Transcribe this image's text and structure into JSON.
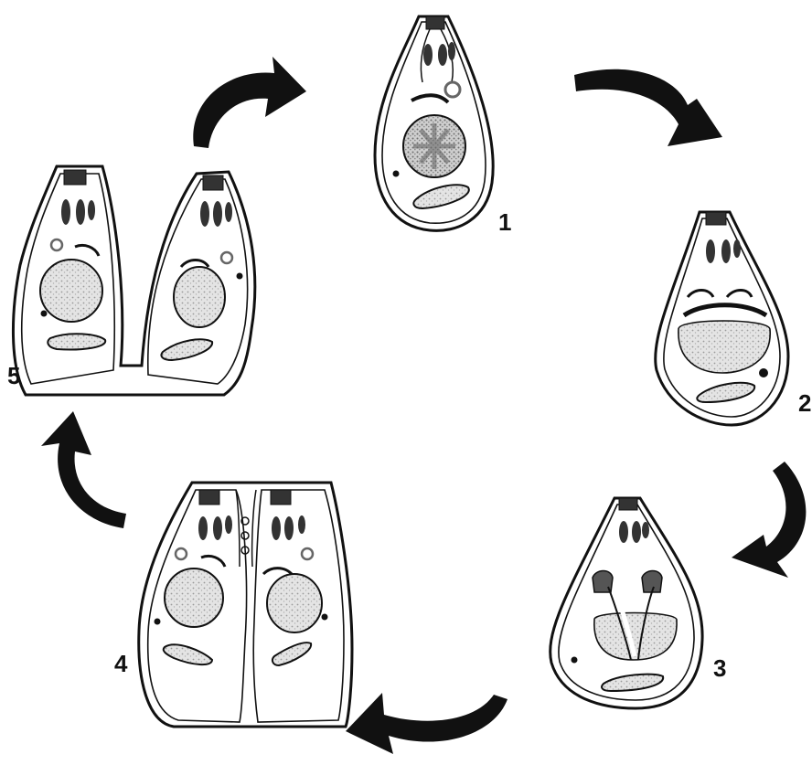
{
  "stages": [
    {
      "id": "stage-1",
      "label": "1"
    },
    {
      "id": "stage-2",
      "label": "2"
    },
    {
      "id": "stage-3",
      "label": "3"
    },
    {
      "id": "stage-4",
      "label": "4"
    },
    {
      "id": "stage-5",
      "label": "5"
    }
  ],
  "arrows": [
    "arrow-1-to-2",
    "arrow-2-to-3",
    "arrow-3-to-4",
    "arrow-4-to-5",
    "arrow-5-to-1"
  ],
  "colors": {
    "ink": "#111111",
    "nucleus_fill": "#d9d9d9",
    "nucleus_dark": "#8a8a8a",
    "background": "#ffffff"
  }
}
